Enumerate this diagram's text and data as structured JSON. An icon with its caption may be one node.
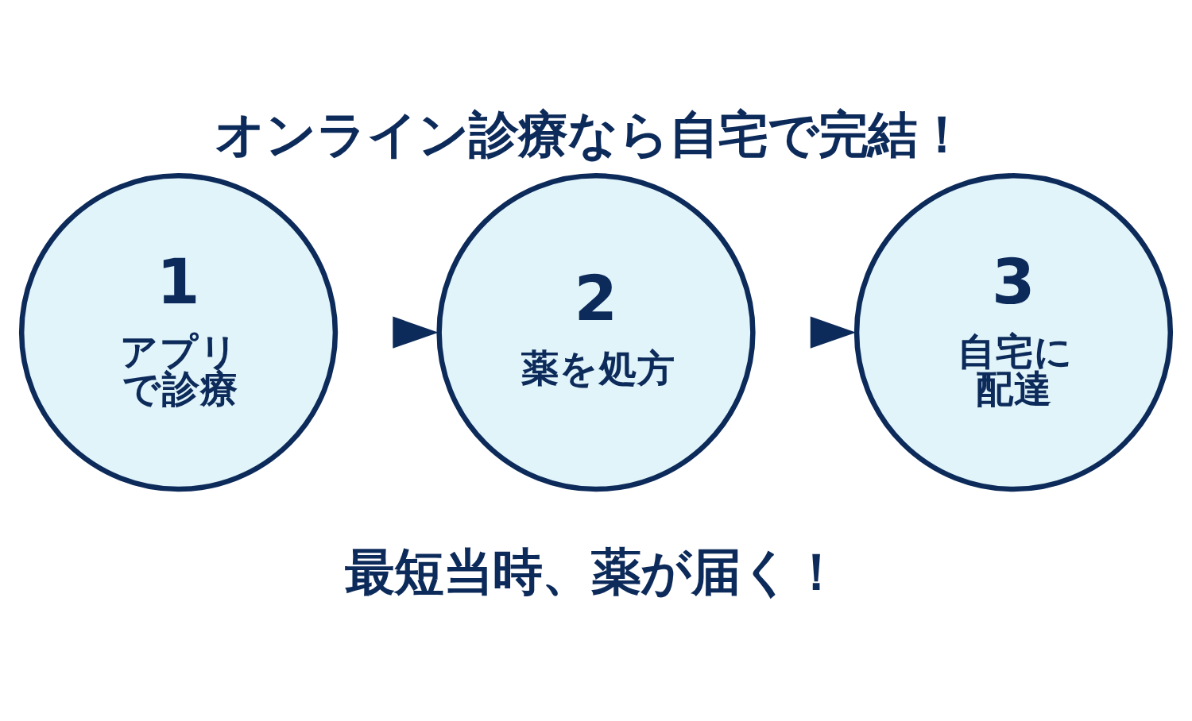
{
  "diagram": {
    "title": "オンライン診療なら自宅で完結！",
    "nodes": [
      {
        "text": [
          "1",
          "アプリで診療"
        ]
      },
      {
        "text": [
          "2",
          "薬を処方"
        ]
      },
      {
        "text": [
          "3",
          "自宅に配達"
        ]
      }
    ],
    "edges": [
      {
        "from": 0,
        "to": 1,
        "arrow": "to"
      },
      {
        "from": 1,
        "to": 2,
        "arrow": "to"
      }
    ],
    "labels": [
      "最短当時、薬が届く！"
    ]
  }
}
